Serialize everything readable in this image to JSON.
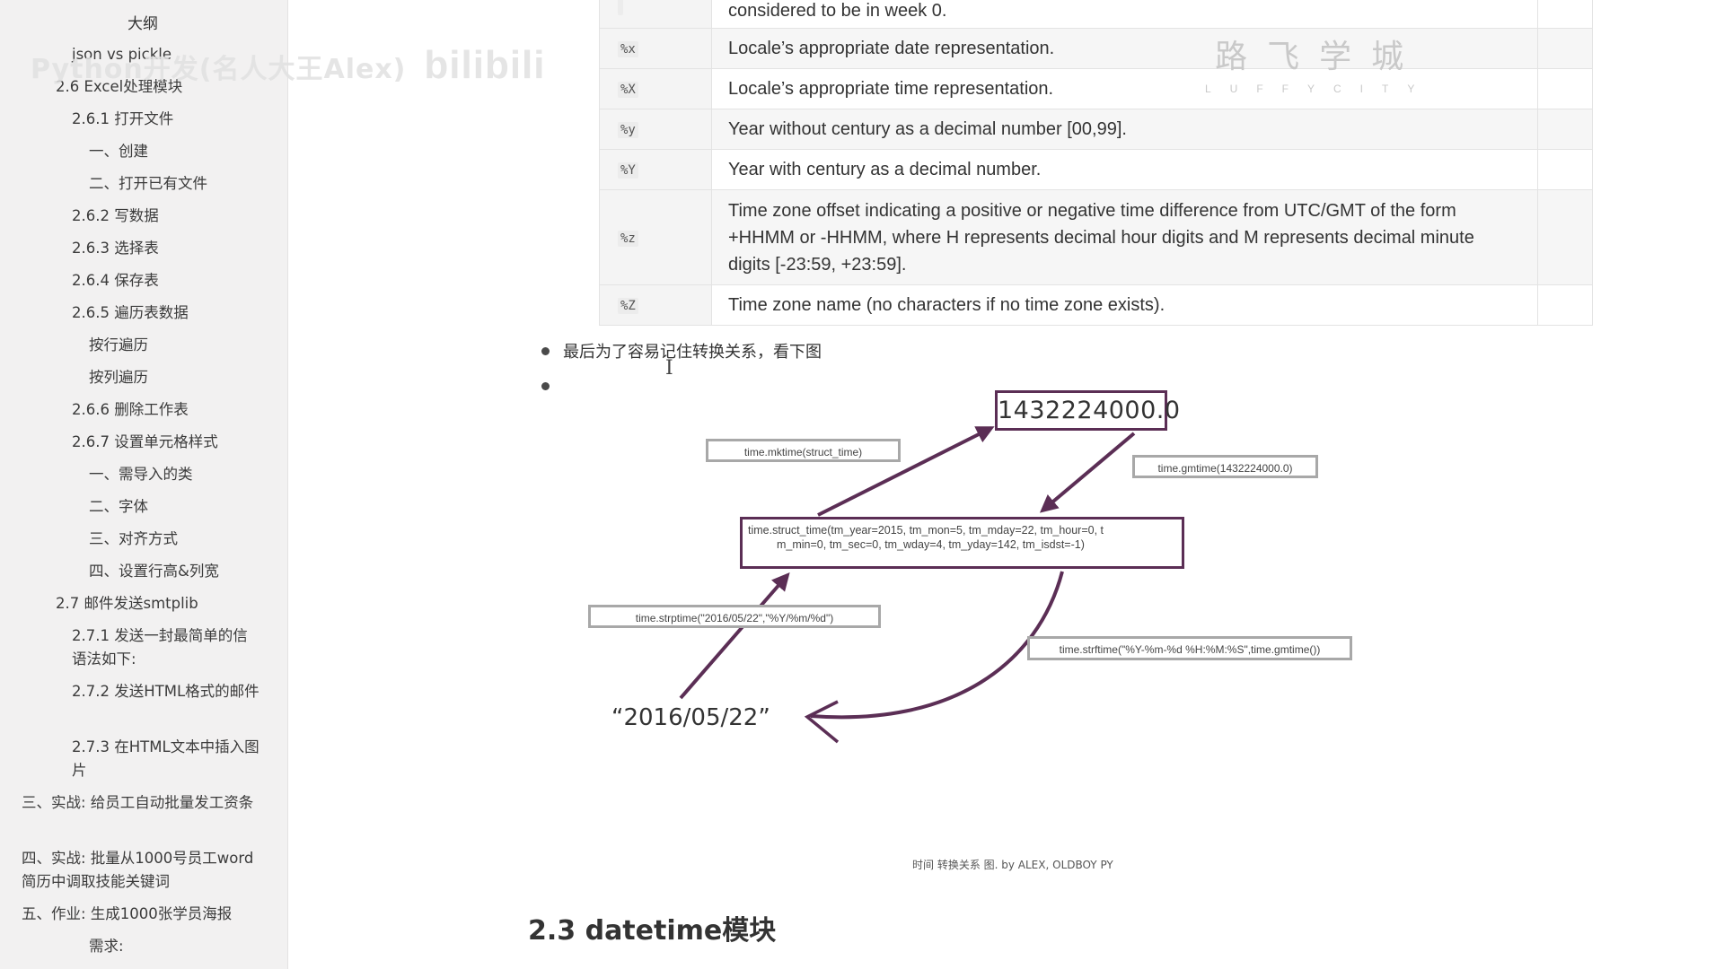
{
  "outline": {
    "title": "大纲",
    "items": [
      {
        "label": "json vs pickle"
      },
      {
        "label": "2.6 Excel处理模块"
      },
      {
        "label": "2.6.1 打开文件"
      },
      {
        "label": "一、创建"
      },
      {
        "label": "二、打开已有文件"
      },
      {
        "label": "2.6.2 写数据"
      },
      {
        "label": "2.6.3 选择表"
      },
      {
        "label": "2.6.4 保存表"
      },
      {
        "label": "2.6.5 遍历表数据"
      },
      {
        "label": "按行遍历"
      },
      {
        "label": "按列遍历"
      },
      {
        "label": "2.6.6 删除工作表"
      },
      {
        "label": "2.6.7 设置单元格样式"
      },
      {
        "label": "一、需导入的类"
      },
      {
        "label": "二、字体"
      },
      {
        "label": "三、对齐方式"
      },
      {
        "label": "四、设置行高&列宽"
      },
      {
        "label": "2.7 邮件发送smtplib"
      },
      {
        "label": "2.7.1 发送一封最简单的信语法如下:"
      },
      {
        "label": "2.7.2 发送HTML格式的邮件"
      },
      {
        "label": "2.7.3 在HTML文本中插入图片"
      },
      {
        "label": "三、实战: 给员工自动批量发工资条"
      },
      {
        "label": "四、实战: 批量从1000号员工word简历中调取技能关键词"
      },
      {
        "label": "五、作业: 生成1000张学员海报"
      },
      {
        "label": "需求:"
      }
    ]
  },
  "watermark": {
    "text": "Python开发(名人大王Alex)",
    "brand": "bilibili"
  },
  "logo": {
    "cn": "路飞学城",
    "en": "LUFFYCITY"
  },
  "format_table": {
    "rows": [
      {
        "code": "",
        "desc": "considered to be in week 0."
      },
      {
        "code": "%x",
        "desc": "Locale’s appropriate date representation."
      },
      {
        "code": "%X",
        "desc": "Locale’s appropriate time representation."
      },
      {
        "code": "%y",
        "desc": "Year without century as a decimal number [00,99]."
      },
      {
        "code": "%Y",
        "desc": "Year with century as a decimal number."
      },
      {
        "code": "%z",
        "desc": "Time zone offset indicating a positive or negative time difference from UTC/GMT of the form +HHMM or -HHMM, where H represents decimal hour digits and M represents decimal minute digits [-23:59, +23:59]."
      },
      {
        "code": "%Z",
        "desc": "Time zone name (no characters if no time zone exists)."
      }
    ]
  },
  "bullets": {
    "first": "最后为了容易记住转换关系，看下图",
    "second": ""
  },
  "diagram": {
    "timestamp": "1432224000.0",
    "mktime": "time.mktime(struct_time)",
    "gmtime": "time.gmtime(1432224000.0)",
    "struct_line1": "time.struct_time(tm_year=2015, tm_mon=5, tm_mday=22, tm_hour=0, t",
    "struct_line2": "m_min=0, tm_sec=0, tm_wday=4, tm_yday=142, tm_isdst=-1)",
    "strptime": "time.strptime(\"2016/05/22\",\"%Y/%m/%d\")",
    "strftime": "time.strftime(\"%Y-%m-%d %H:%M:%S\",time.gmtime())",
    "date_string": "“2016/05/22”",
    "caption": "时间 转换关系 图. by ALEX, OLDBOY PY"
  },
  "section": {
    "heading": "2.3 datetime模块"
  },
  "colors": {
    "arrow": "#5b2e55",
    "box_border": "#5b2e55",
    "grey_border": "#a8a8a8"
  }
}
